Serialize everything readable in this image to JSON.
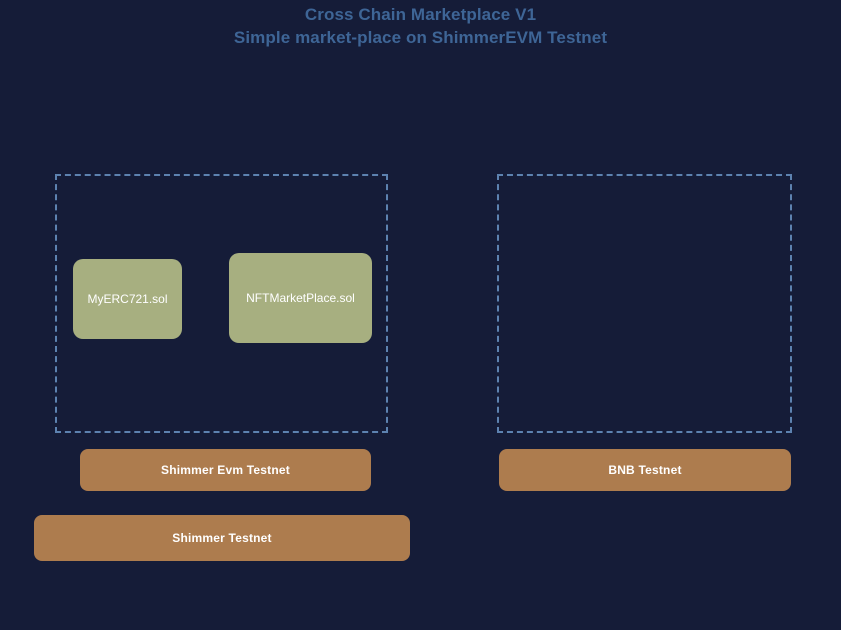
{
  "header": {
    "title": "Cross Chain Marketplace V1",
    "subtitle": "Simple market-place on ShimmerEVM Testnet"
  },
  "theme": {
    "background": "#151c38",
    "title_color": "#3e6596",
    "zone_border_color": "#5d82b0",
    "contract_fill": "#a7af80",
    "network_bar_fill": "#ad7c4e",
    "label_text_color": "#ffffff"
  },
  "zones": [
    {
      "name": "left-zone",
      "contracts": [
        {
          "label": "MyERC721.sol"
        },
        {
          "label": "NFTMarketPlace.sol"
        }
      ]
    },
    {
      "name": "right-zone",
      "contracts": []
    }
  ],
  "networks": [
    {
      "label": "Shimmer Evm Testnet"
    },
    {
      "label": "BNB Testnet"
    },
    {
      "label": "Shimmer Testnet"
    }
  ]
}
